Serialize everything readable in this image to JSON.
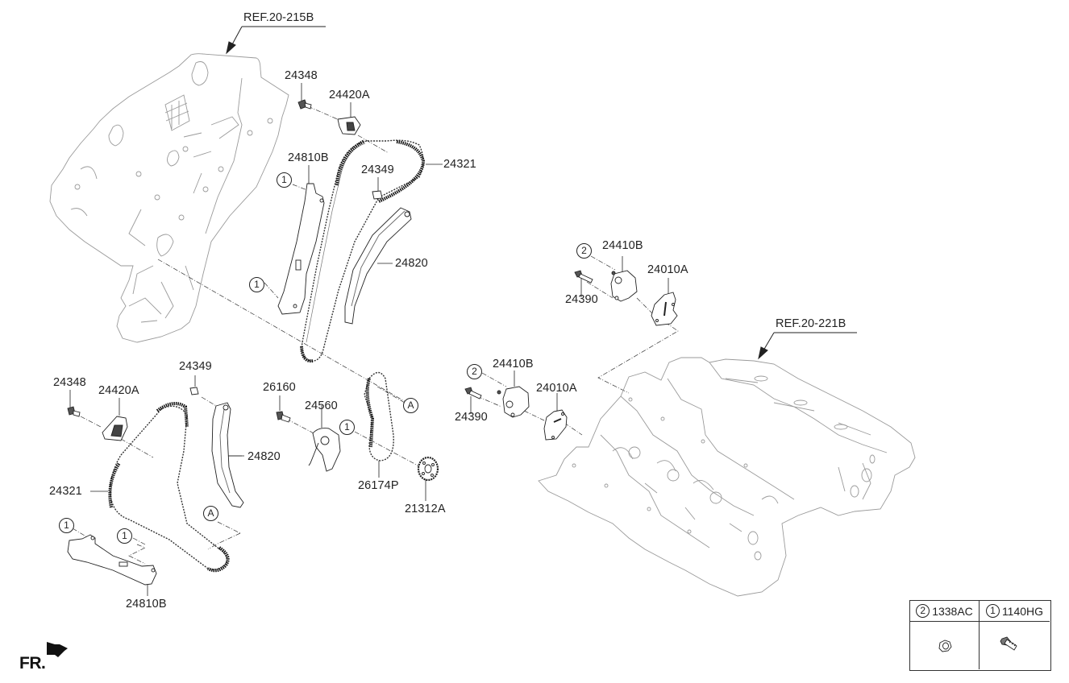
{
  "diagram": {
    "type": "exploded-parts-diagram",
    "subject": "timing chain assembly",
    "references": [
      {
        "id": "ref-front-cover",
        "text": "REF.20-215B"
      },
      {
        "id": "ref-cylinder-block",
        "text": "REF.20-221B"
      }
    ],
    "upper_bank": {
      "labels": {
        "bolt": "24348",
        "guide_arm_bracket": "24420A",
        "chain": "24321",
        "guide_bolt": "24349",
        "tensioner_arm": "24810B",
        "chain_guide": "24820"
      },
      "callouts": [
        "1",
        "1"
      ]
    },
    "right_tensioner_upper": {
      "labels": {
        "tensioner": "24410B",
        "gasket": "24010A",
        "bolt": "24390"
      },
      "callout": "2"
    },
    "right_tensioner_lower": {
      "labels": {
        "tensioner": "24410B",
        "gasket": "24010A",
        "bolt": "24390"
      },
      "callout": "2"
    },
    "oil_pump_drive": {
      "labels": {
        "bolt": "26160",
        "tensioner": "24560",
        "chain": "26174P",
        "sprocket": "21312A"
      },
      "callout": "1",
      "marker": "A"
    },
    "lower_bank": {
      "labels": {
        "bolt": "24348",
        "guide_arm_bracket": "24420A",
        "guide_bolt": "24349",
        "chain_guide": "24820",
        "chain": "24321",
        "tensioner_arm": "24810B"
      },
      "callouts": [
        "1",
        "1"
      ],
      "marker": "A"
    },
    "orientation": {
      "label": "FR.",
      "icon": "front-direction-arrow-icon"
    },
    "fastener_legend": {
      "columns": [
        {
          "number": "2",
          "part_no": "1338AC",
          "icon": "flange-nut-icon"
        },
        {
          "number": "1",
          "part_no": "1140HG",
          "icon": "flange-bolt-icon"
        }
      ]
    },
    "colors": {
      "line": "#222222",
      "outline_light": "#9a9a9a",
      "background": "#ffffff"
    }
  }
}
